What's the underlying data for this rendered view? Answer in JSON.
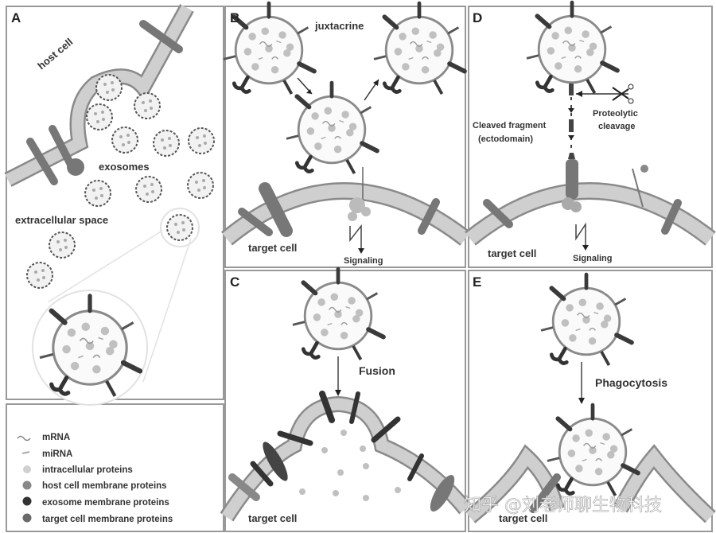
{
  "figure": {
    "panels": {
      "A": {
        "letter": "A",
        "host_cell": "host cell",
        "exosomes": "exosomes",
        "extracellular_space": "extracellular space"
      },
      "B": {
        "letter": "B",
        "title": "juxtacrine",
        "target_cell": "target cell",
        "signaling": "Signaling"
      },
      "C": {
        "letter": "C",
        "process": "Fusion",
        "target_cell": "target cell"
      },
      "D": {
        "letter": "D",
        "cleaved_1": "Cleaved fragment",
        "cleaved_2": "(ectodomain)",
        "proteolytic_1": "Proteolytic",
        "proteolytic_2": "cleavage",
        "target_cell": "target cell",
        "signaling": "Signaling"
      },
      "E": {
        "letter": "E",
        "process": "Phagocytosis",
        "target_cell": "target cell"
      }
    },
    "legend": [
      {
        "icon": "mrna-squiggle",
        "label": "mRNA"
      },
      {
        "icon": "mirna-dash",
        "label": "miRNA"
      },
      {
        "icon": "light-gray-dot",
        "label": "intracellular proteins"
      },
      {
        "icon": "mid-gray-dot",
        "label": "host cell membrane proteins"
      },
      {
        "icon": "dark-dot",
        "label": "exosome membrane proteins"
      },
      {
        "icon": "gray-dot",
        "label": "target cell membrane proteins"
      }
    ],
    "watermark": "知乎 @刘老师聊生物科技",
    "colors": {
      "membrane": "#c8c8c8",
      "membrane_edge": "#8a8a8a",
      "protein_dark": "#3a3a3a",
      "protein_mid": "#7a7a7a",
      "border": "#999999"
    }
  }
}
